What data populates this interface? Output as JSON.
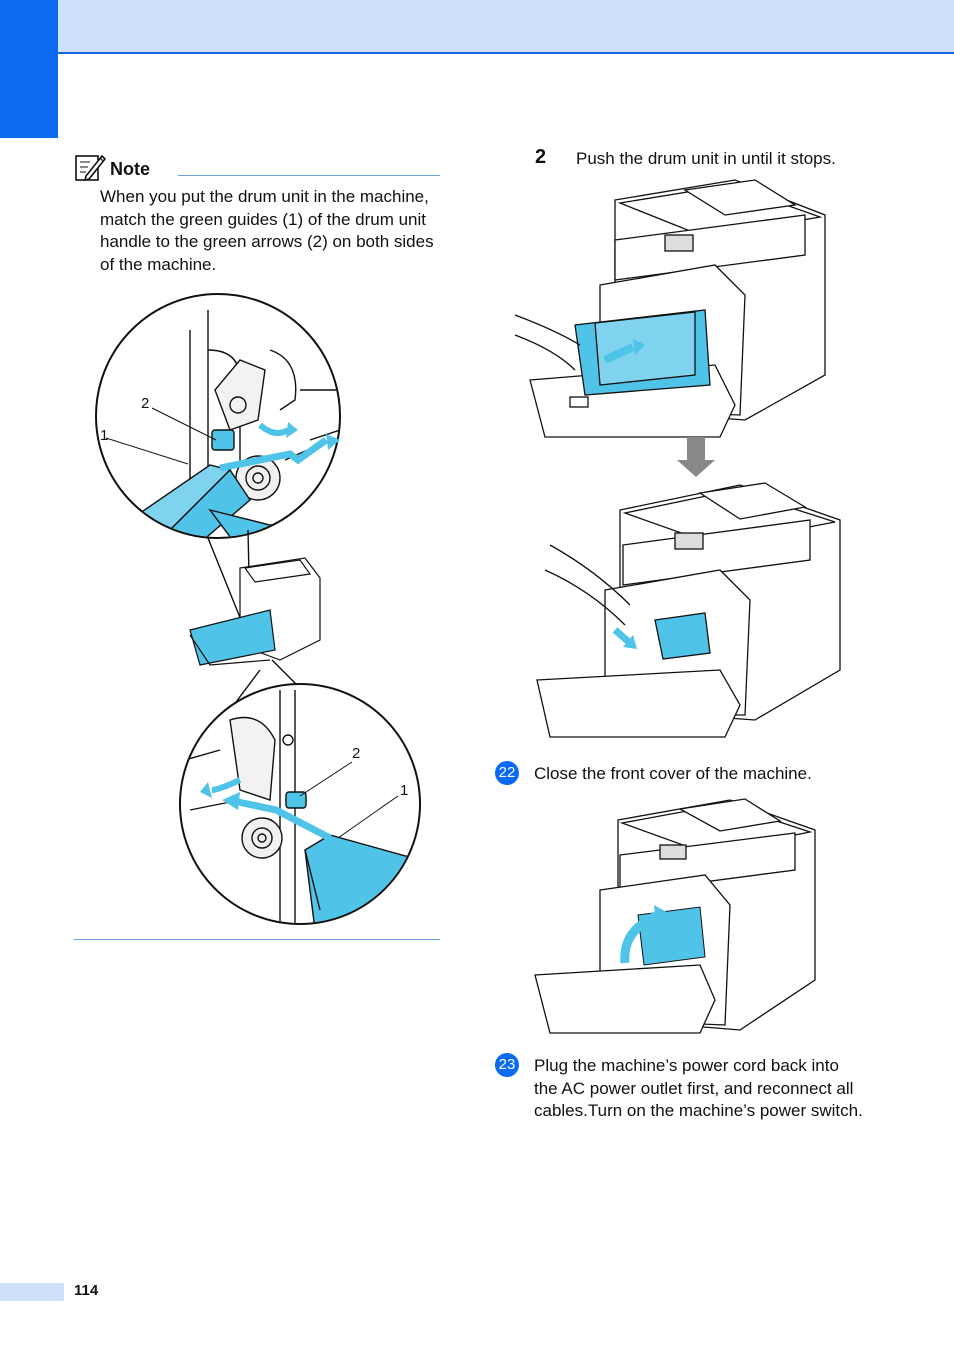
{
  "note": {
    "title": "Note",
    "body": "When you put the drum unit in the machine, match the green guides (1) of the drum unit handle to the green arrows (2) on both sides of the machine.",
    "callouts": {
      "top_guide": "1",
      "top_arrow": "2",
      "bottom_arrow": "2",
      "bottom_guide": "1"
    }
  },
  "steps": [
    {
      "marker": "2",
      "text": "Push the drum unit in until it stops."
    },
    {
      "marker": "22",
      "text": "Close the front cover of the machine."
    },
    {
      "marker": "23",
      "text": "Plug the machine’s power cord back into the AC power outlet first, and reconnect all cables.Turn on the machine’s power switch."
    }
  ],
  "footer": {
    "page_number": "114"
  },
  "colors": {
    "accent": "#0a6af0",
    "band": "#cfe0fb",
    "rule": "#6e9fe3",
    "drum": "#4fc3e8"
  }
}
